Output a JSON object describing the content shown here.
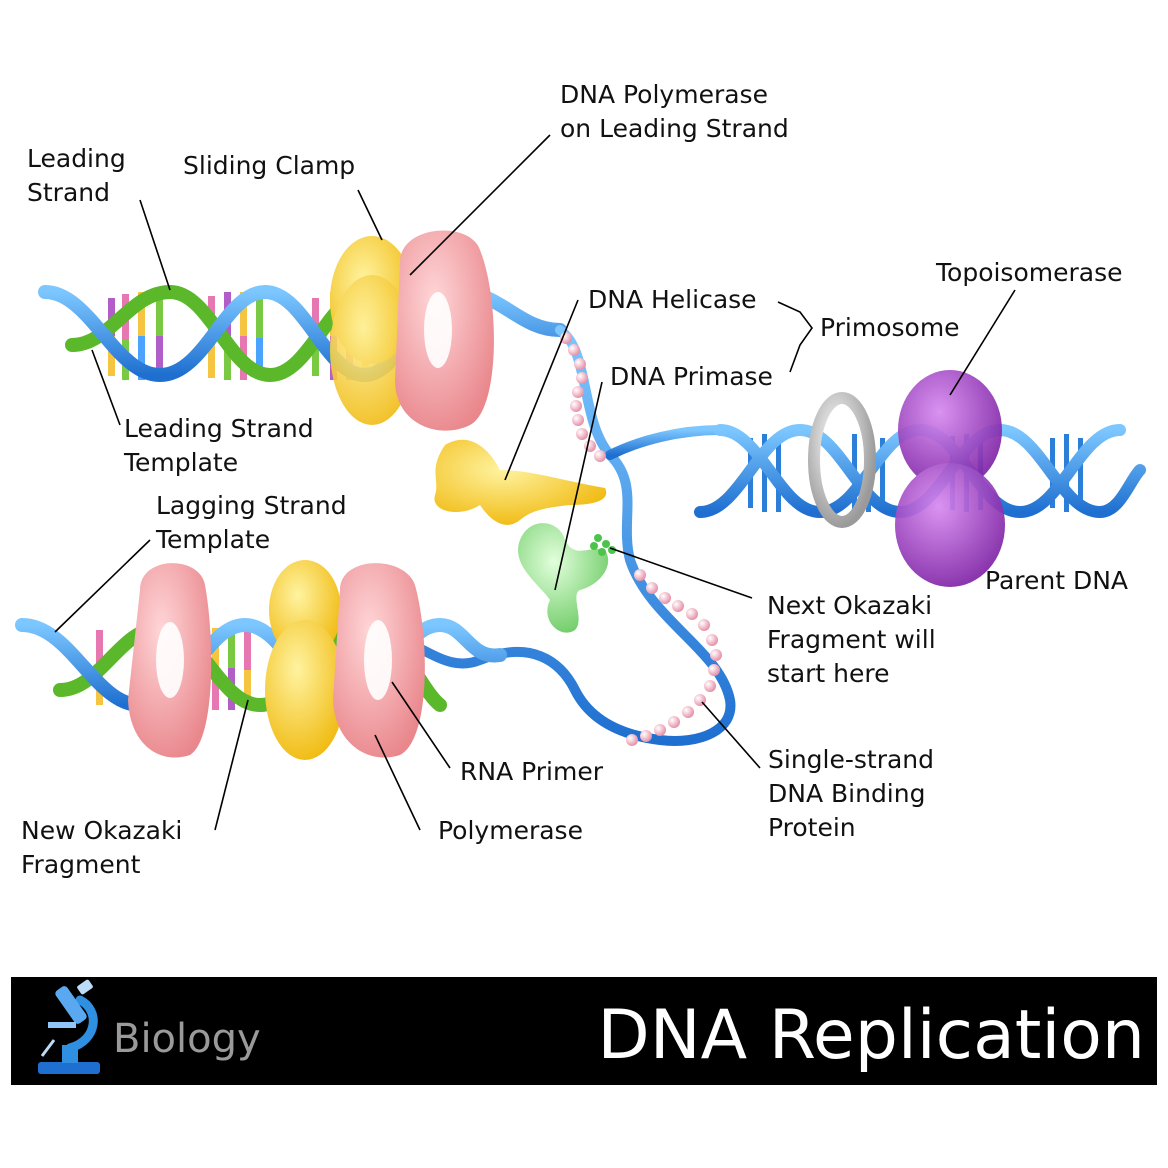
{
  "labels": {
    "leading_strand": [
      "Leading",
      "Strand"
    ],
    "sliding_clamp": "Sliding Clamp",
    "dna_polymerase_leading": [
      "DNA Polymerase",
      "on Leading Strand"
    ],
    "dna_helicase": "DNA Helicase",
    "primosome": "Primosome",
    "dna_primase": "DNA Primase",
    "topoisomerase": "Topoisomerase",
    "leading_strand_template": [
      "Leading Strand",
      "Template"
    ],
    "lagging_strand_template": [
      "Lagging Strand",
      "Template"
    ],
    "parent_dna": "Parent DNA",
    "next_okazaki": [
      "Next Okazaki",
      "Fragment will",
      "start here"
    ],
    "rna_primer": "RNA Primer",
    "ssb_protein": [
      "Single-strand",
      "DNA Binding",
      "Protein"
    ],
    "new_okazaki": [
      "New Okazaki",
      "Fragment"
    ],
    "polymerase": "Polymerase"
  },
  "footer": {
    "category": "Biology",
    "title": "DNA Replication",
    "logo_icon": "microscope-icon"
  },
  "colors": {
    "strand_blue": "#2f8fe0",
    "strand_green": "#5ab82a",
    "clamp_yellow": "#f7cf2c",
    "polymerase_pink": "#f2a3a6",
    "helicase_yellow": "#f5c518",
    "primase_green": "#8fdc8a",
    "topoisomerase_purple": "#a03cc0",
    "ssb_pink": "#f4b8c6",
    "footer_bg": "#000000"
  }
}
